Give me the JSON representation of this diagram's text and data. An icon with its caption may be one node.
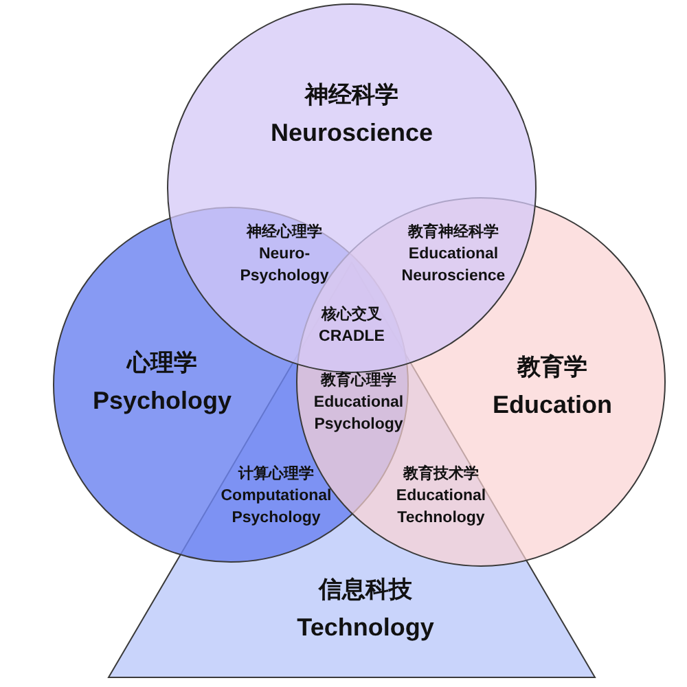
{
  "diagram": {
    "nodes": [
      {
        "text": [
          "神经科学",
          "Neuroscience"
        ]
      },
      {
        "text": [
          "心理学",
          "Psychology"
        ]
      },
      {
        "text": [
          "教育学",
          "Education"
        ]
      },
      {
        "text": [
          "信息科技",
          "Technology"
        ]
      }
    ],
    "labels": [
      "神经心理学",
      "Neuro-Psychology",
      "教育神经科学",
      "Educational Neuroscience",
      "核心交叉",
      "CRADLE",
      "教育心理学",
      "Educational Psychology",
      "计算心理学",
      "Computational Psychology",
      "教育技术学",
      "Educational Technology"
    ]
  }
}
